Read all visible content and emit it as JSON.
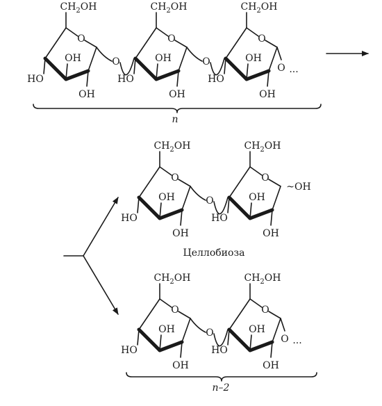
{
  "labels": {
    "ch2oh_prefix": "CH",
    "ch2oh_sub": "2",
    "ch2oh_suffix": "OH",
    "oh": "OH",
    "ho": "HO",
    "ring_o": "O",
    "bridge_o": "O",
    "ellipsis": "...",
    "anomeric_oh": "~OH"
  },
  "polymer": {
    "units": 3,
    "brace_label": "n"
  },
  "cellobiose": {
    "units": 2,
    "caption": "Целлобиоза"
  },
  "residue": {
    "units": 2,
    "brace_label": "n–2"
  }
}
